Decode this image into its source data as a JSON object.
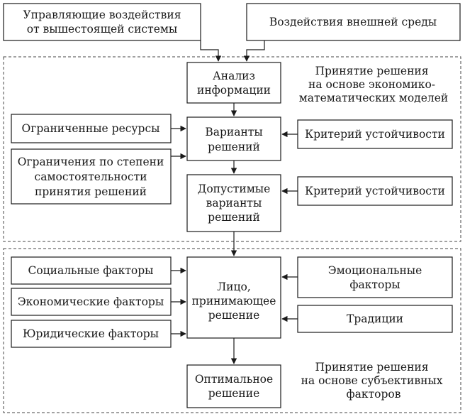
{
  "diagram": {
    "boxes": {
      "top_control": [
        "Управляющие воздействия",
        "от вышестоящей системы"
      ],
      "external": [
        "Воздействия внешней среды"
      ],
      "analysis": [
        "Анализ",
        "информации"
      ],
      "variants": [
        "Варианты",
        "решений"
      ],
      "admissible": [
        "Допустимые",
        "варианты",
        "решений"
      ],
      "limited_resources": [
        "Ограниченные ресурсы"
      ],
      "independence_limits": [
        "Ограничения по степени",
        "самостоятельности",
        "принятия решений"
      ],
      "stability_criterion_1": [
        "Критерий устойчивости"
      ],
      "stability_criterion_2": [
        "Критерий устойчивости"
      ],
      "decision_maker": [
        "Лицо,",
        "принимающее",
        "решение"
      ],
      "social": [
        "Социальные факторы"
      ],
      "economic": [
        "Экономические факторы"
      ],
      "legal": [
        "Юридические факторы"
      ],
      "emotional": [
        "Эмоциональные",
        "факторы"
      ],
      "traditions": [
        "Традиции"
      ],
      "optimal": [
        "Оптимальное",
        "решение"
      ]
    },
    "region_labels": {
      "economic_math": [
        "Принятие решения",
        "на основе экономико-",
        "математических моделей"
      ],
      "subjective": [
        "Принятие решения",
        "на основе субъективных",
        "факторов"
      ]
    }
  }
}
